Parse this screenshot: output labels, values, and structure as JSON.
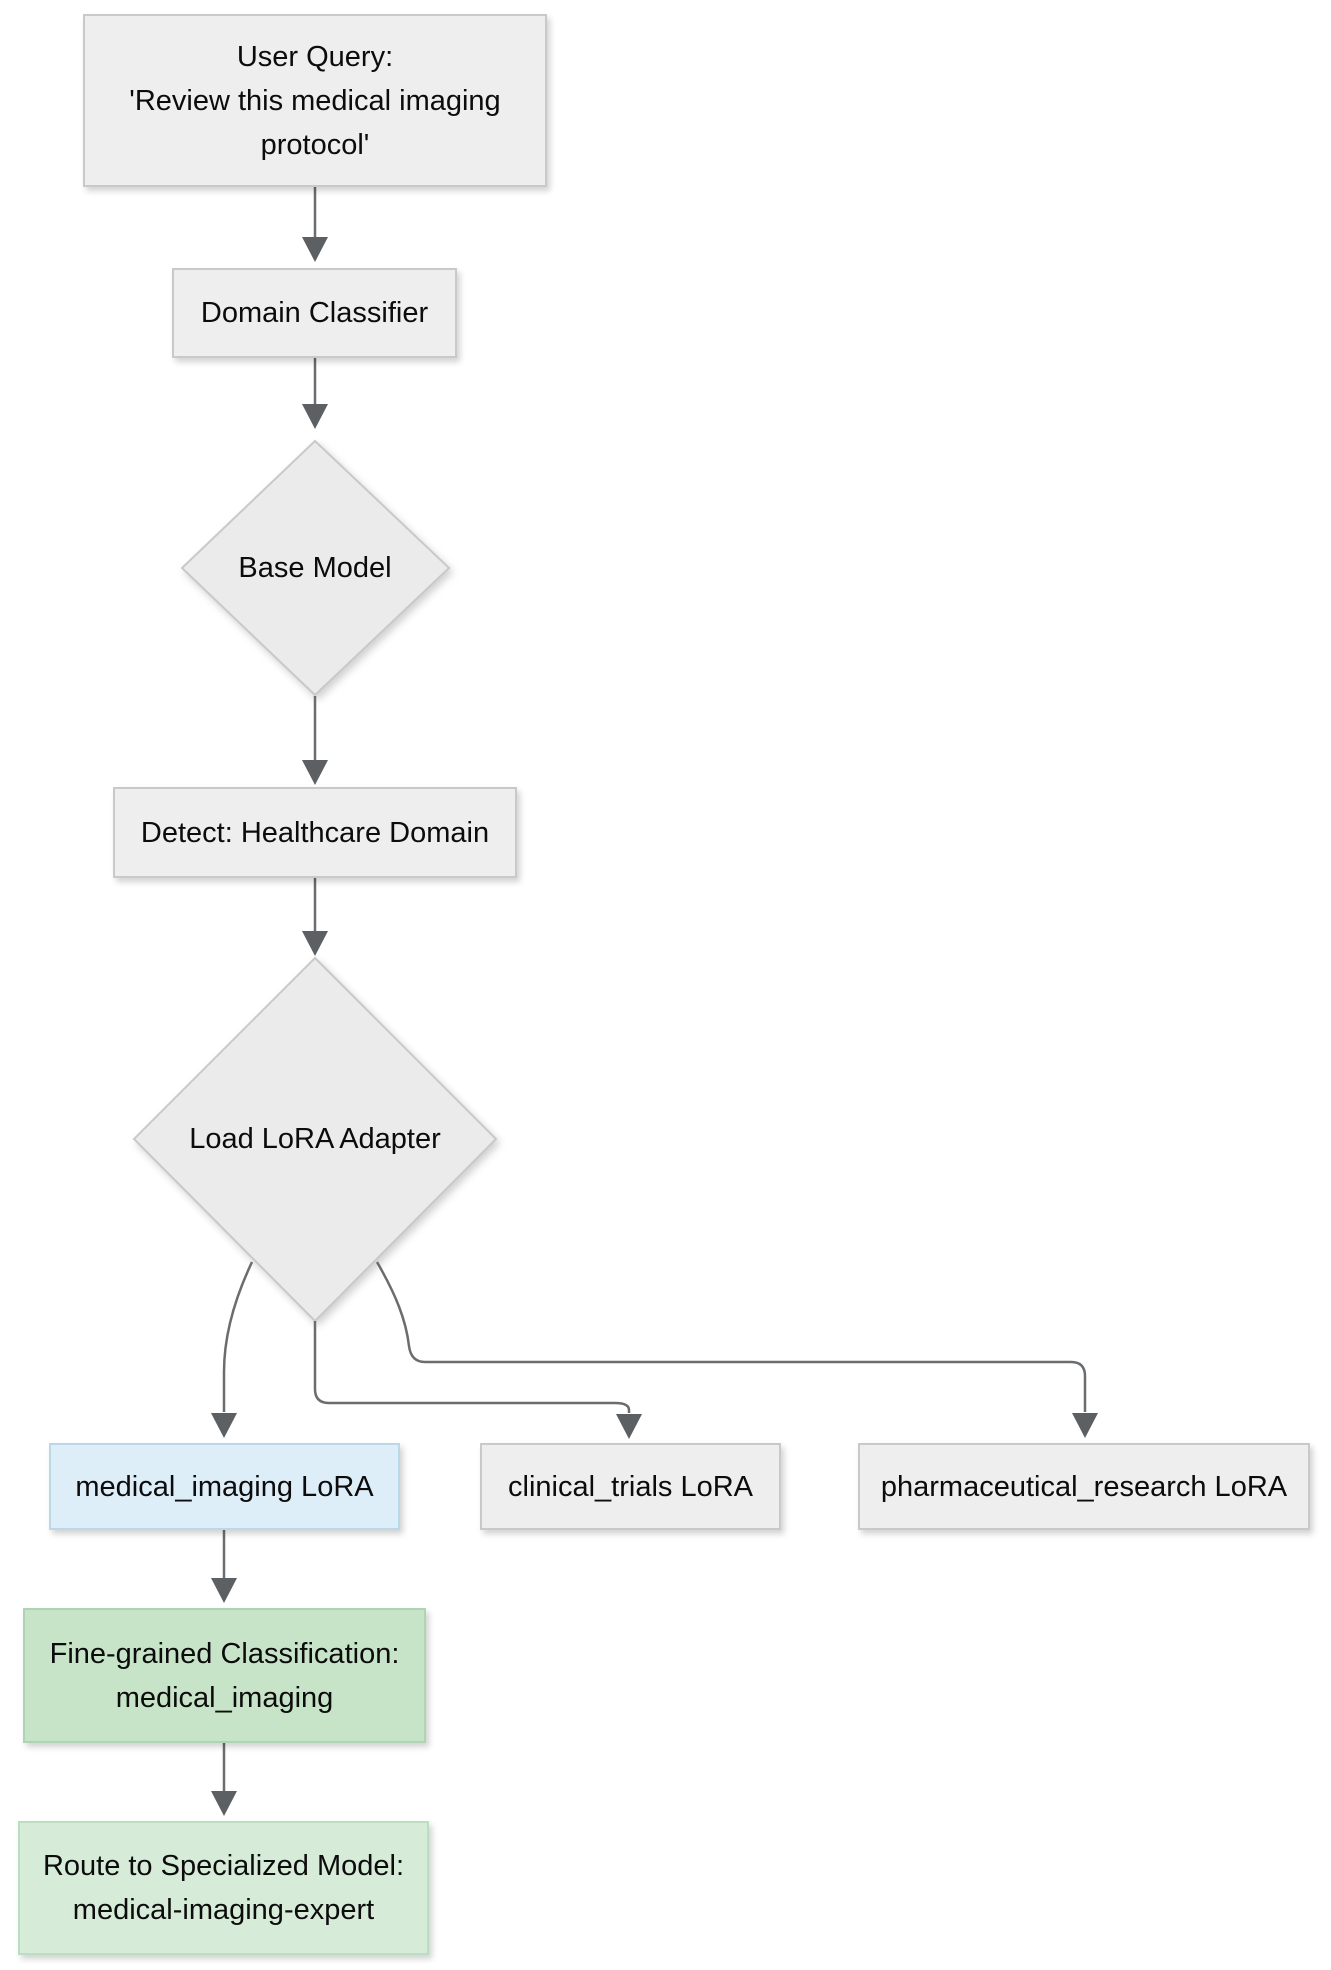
{
  "diagram": {
    "type": "flowchart",
    "direction": "top-down",
    "colors": {
      "node_default_fill": "#eeeeee",
      "node_border": "#c9c9c9",
      "highlight_blue_fill": "#ddeef9",
      "highlight_green_fill": "#c7e4c9",
      "highlight_green_light_fill": "#d7ebd9",
      "edge_stroke": "#6a6d70",
      "arrowhead_fill": "#5c6063",
      "text_color": "#0c0c0c",
      "background": "#ffffff"
    },
    "nodes": {
      "user_query": {
        "shape": "rect",
        "fill": "#eeeeee",
        "lines": [
          "User Query:",
          "'Review this medical imaging",
          "protocol'"
        ]
      },
      "domain_classifier": {
        "shape": "rect",
        "fill": "#eeeeee",
        "lines": [
          "Domain Classifier"
        ]
      },
      "base_model": {
        "shape": "diamond",
        "fill": "#ebebeb",
        "lines": [
          "Base Model"
        ]
      },
      "detect_healthcare": {
        "shape": "rect",
        "fill": "#eeeeee",
        "lines": [
          "Detect: Healthcare Domain"
        ]
      },
      "load_lora": {
        "shape": "diamond",
        "fill": "#ebebeb",
        "lines": [
          "Load LoRA Adapter"
        ]
      },
      "medical_imaging_lora": {
        "shape": "rect",
        "fill": "#ddeef9",
        "lines": [
          "medical_imaging LoRA"
        ]
      },
      "clinical_trials_lora": {
        "shape": "rect",
        "fill": "#eeeeee",
        "lines": [
          "clinical_trials LoRA"
        ]
      },
      "pharmaceutical_research_lora": {
        "shape": "rect",
        "fill": "#eeeeee",
        "lines": [
          "pharmaceutical_research LoRA"
        ]
      },
      "fine_grained_classification": {
        "shape": "rect",
        "fill": "#c7e4c9",
        "lines": [
          "Fine-grained Classification:",
          "medical_imaging"
        ]
      },
      "route_specialized_model": {
        "shape": "rect",
        "fill": "#d7ebd9",
        "lines": [
          "Route to Specialized Model:",
          "medical-imaging-expert"
        ]
      }
    },
    "edges": [
      {
        "from": "user_query",
        "to": "domain_classifier"
      },
      {
        "from": "domain_classifier",
        "to": "base_model"
      },
      {
        "from": "base_model",
        "to": "detect_healthcare"
      },
      {
        "from": "detect_healthcare",
        "to": "load_lora"
      },
      {
        "from": "load_lora",
        "to": "medical_imaging_lora"
      },
      {
        "from": "load_lora",
        "to": "clinical_trials_lora"
      },
      {
        "from": "load_lora",
        "to": "pharmaceutical_research_lora"
      },
      {
        "from": "medical_imaging_lora",
        "to": "fine_grained_classification"
      },
      {
        "from": "fine_grained_classification",
        "to": "route_specialized_model"
      }
    ]
  }
}
